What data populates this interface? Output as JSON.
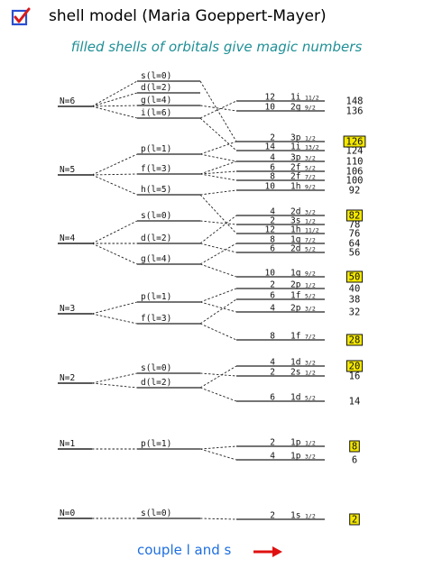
{
  "header": {
    "title": "shell model (Maria Goeppert-Mayer)",
    "subtitle": "filled shells of orbitals give magic numbers",
    "check_color": "#d81b1b",
    "box_color": "#2a4fd0"
  },
  "footer": {
    "text": "couple l and s",
    "arrow_color": "#e01010"
  },
  "diagram": {
    "highlight_color": "#f4e800",
    "n_shells": [
      {
        "label": "N=6",
        "sublevels": [
          "s(l=0)",
          "d(l=2)",
          "g(l=4)",
          "i(l=6)"
        ]
      },
      {
        "label": "N=5",
        "sublevels": [
          "p(l=1)",
          "f(l=3)",
          "h(l=5)"
        ]
      },
      {
        "label": "N=4",
        "sublevels": [
          "s(l=0)",
          "d(l=2)",
          "g(l=4)"
        ]
      },
      {
        "label": "N=3",
        "sublevels": [
          "p(l=1)",
          "f(l=3)"
        ]
      },
      {
        "label": "N=2",
        "sublevels": [
          "s(l=0)",
          "d(l=2)"
        ]
      },
      {
        "label": "N=1",
        "sublevels": [
          "p(l=1)"
        ]
      },
      {
        "label": "N=0",
        "sublevels": [
          "s(l=0)"
        ]
      }
    ],
    "levels": [
      {
        "occ": "12",
        "orbital": "1i",
        "j": "11/2",
        "total": "148",
        "magic": false
      },
      {
        "occ": "10",
        "orbital": "2g",
        "j": "9/2",
        "total": "136",
        "magic": false
      },
      {
        "occ": "2",
        "orbital": "3p",
        "j": "1/2",
        "total": "126",
        "magic": true
      },
      {
        "occ": "14",
        "orbital": "1i",
        "j": "13/2",
        "total": "124",
        "magic": false
      },
      {
        "occ": "4",
        "orbital": "3p",
        "j": "3/2",
        "total": "110",
        "magic": false
      },
      {
        "occ": "6",
        "orbital": "2f",
        "j": "5/2",
        "total": "106",
        "magic": false
      },
      {
        "occ": "8",
        "orbital": "2f",
        "j": "7/2",
        "total": "100",
        "magic": false
      },
      {
        "occ": "10",
        "orbital": "1h",
        "j": "9/2",
        "total": "92",
        "magic": false
      },
      {
        "occ": "4",
        "orbital": "2d",
        "j": "3/2",
        "total": "82",
        "magic": true
      },
      {
        "occ": "2",
        "orbital": "3s",
        "j": "1/2",
        "total": "78",
        "magic": false
      },
      {
        "occ": "12",
        "orbital": "1h",
        "j": "11/2",
        "total": "76",
        "magic": false
      },
      {
        "occ": "8",
        "orbital": "1g",
        "j": "7/2",
        "total": "64",
        "magic": false
      },
      {
        "occ": "6",
        "orbital": "2d",
        "j": "5/2",
        "total": "56",
        "magic": false
      },
      {
        "occ": "10",
        "orbital": "1g",
        "j": "9/2",
        "total": "50",
        "magic": true
      },
      {
        "occ": "2",
        "orbital": "2p",
        "j": "1/2",
        "total": "40",
        "magic": false
      },
      {
        "occ": "6",
        "orbital": "1f",
        "j": "5/2",
        "total": "38",
        "magic": false
      },
      {
        "occ": "4",
        "orbital": "2p",
        "j": "3/2",
        "total": "32",
        "magic": false
      },
      {
        "occ": "8",
        "orbital": "1f",
        "j": "7/2",
        "total": "28",
        "magic": true
      },
      {
        "occ": "4",
        "orbital": "1d",
        "j": "3/2",
        "total": "20",
        "magic": true
      },
      {
        "occ": "2",
        "orbital": "2s",
        "j": "1/2",
        "total": "16",
        "magic": false
      },
      {
        "occ": "6",
        "orbital": "1d",
        "j": "5/2",
        "total": "14",
        "magic": false
      },
      {
        "occ": "2",
        "orbital": "1p",
        "j": "1/2",
        "total": "8",
        "magic": true
      },
      {
        "occ": "4",
        "orbital": "1p",
        "j": "3/2",
        "total": "6",
        "magic": false
      },
      {
        "occ": "2",
        "orbital": "1s",
        "j": "1/2",
        "total": "2",
        "magic": true
      }
    ]
  }
}
